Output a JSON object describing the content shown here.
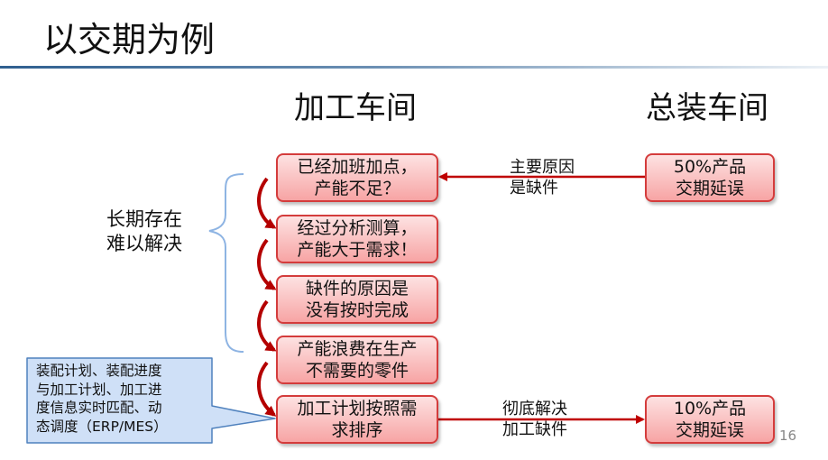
{
  "title": "以交期为例",
  "headers": {
    "machining": "加工车间",
    "assembly": "总装车间"
  },
  "side_label": [
    "长期存在",
    "难以解决"
  ],
  "chain": [
    [
      "已经加班加点，",
      "产能不足？"
    ],
    [
      "经过分析测算，",
      "产能大于需求！"
    ],
    [
      "缺件的原因是",
      "没有按时完成"
    ],
    [
      "产能浪费在生产",
      "不需要的零件"
    ],
    [
      "加工计划按照需",
      "求排序"
    ]
  ],
  "assembly_boxes": [
    [
      "50%产品",
      "交期延误"
    ],
    [
      "10%产品",
      "交期延误"
    ]
  ],
  "arrow_labels": {
    "top": [
      "主要原因",
      "是缺件"
    ],
    "bottom": [
      "彻底解决",
      "加工缺件"
    ]
  },
  "callout": [
    "装配计划、装配进度",
    "与加工计划、加工进",
    "度信息实时匹配、动",
    "态调度（ERP/MES）"
  ],
  "page_number": "16",
  "colors": {
    "box_border": "#d43c3c",
    "box_fill_top": "#fde2e2",
    "box_fill_bottom": "#f7a4a4",
    "arrow": "#c00000",
    "callout_fill": "#cfe0f7",
    "callout_border": "#4f81bd",
    "brace": "#8eb4e3"
  }
}
